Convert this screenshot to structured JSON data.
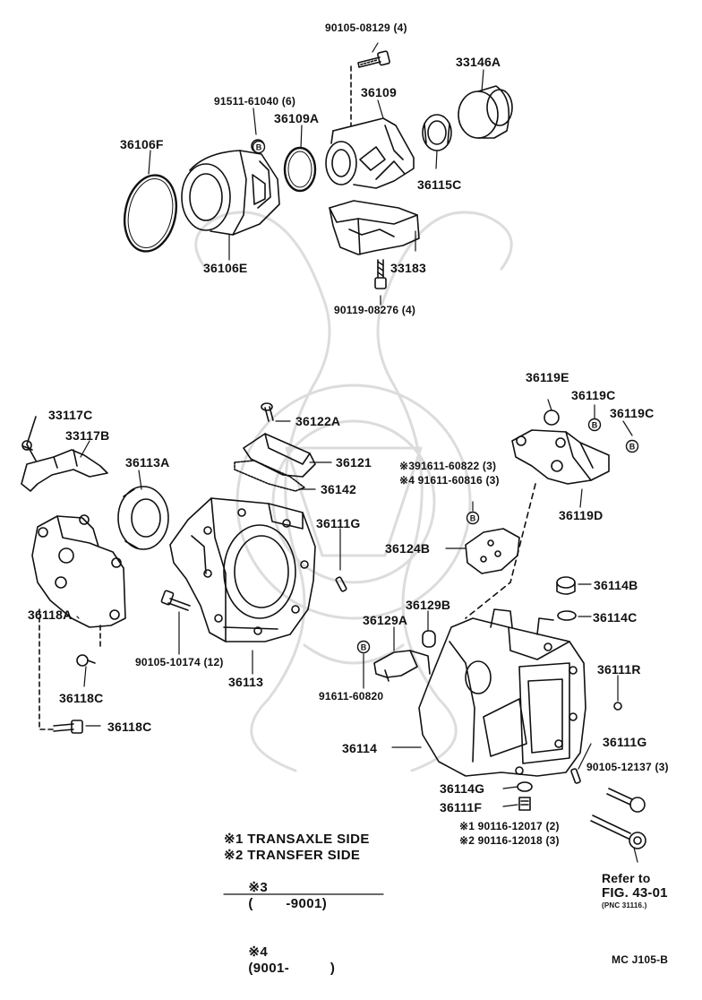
{
  "diagram": {
    "labels": [
      {
        "id": "p-90105-08129",
        "text": "90105-08129 (4)"
      },
      {
        "id": "p-33146a",
        "text": "33146A"
      },
      {
        "id": "p-91511-61040",
        "text": "91511-61040 (6)"
      },
      {
        "id": "p-36109",
        "text": "36109"
      },
      {
        "id": "p-36109a",
        "text": "36109A"
      },
      {
        "id": "p-36106f",
        "text": "36106F"
      },
      {
        "id": "p-36115c",
        "text": "36115C"
      },
      {
        "id": "p-36106e",
        "text": "36106E"
      },
      {
        "id": "p-33183",
        "text": "33183"
      },
      {
        "id": "p-90119-08276",
        "text": "90119-08276 (4)"
      },
      {
        "id": "p-36119e",
        "text": "36119E"
      },
      {
        "id": "p-36119c-1",
        "text": "36119C"
      },
      {
        "id": "p-36119c-2",
        "text": "36119C"
      },
      {
        "id": "p-33117c",
        "text": "33117C"
      },
      {
        "id": "p-36122a",
        "text": "36122A"
      },
      {
        "id": "p-33117b",
        "text": "33117B"
      },
      {
        "id": "p-36113a",
        "text": "36113A"
      },
      {
        "id": "p-36121",
        "text": "36121"
      },
      {
        "id": "p-91611-60822",
        "text": "※391611-60822 (3)"
      },
      {
        "id": "p-91611-60816",
        "text": "※4 91611-60816 (3)"
      },
      {
        "id": "p-36142",
        "text": "36142"
      },
      {
        "id": "p-36119d",
        "text": "36119D"
      },
      {
        "id": "p-36111g-1",
        "text": "36111G"
      },
      {
        "id": "p-36124b",
        "text": "36124B"
      },
      {
        "id": "p-36114b",
        "text": "36114B"
      },
      {
        "id": "p-36129b",
        "text": "36129B"
      },
      {
        "id": "p-36118a",
        "text": "36118A"
      },
      {
        "id": "p-36129a",
        "text": "36129A"
      },
      {
        "id": "p-36114c",
        "text": "36114C"
      },
      {
        "id": "p-90105-10174",
        "text": "90105-10174 (12)"
      },
      {
        "id": "p-36111r",
        "text": "36111R"
      },
      {
        "id": "p-36113",
        "text": "36113"
      },
      {
        "id": "p-91611-60820",
        "text": "91611-60820"
      },
      {
        "id": "p-36118c-1",
        "text": "36118C"
      },
      {
        "id": "p-36118c-2",
        "text": "36118C"
      },
      {
        "id": "p-36111g-2",
        "text": "36111G"
      },
      {
        "id": "p-36114",
        "text": "36114"
      },
      {
        "id": "p-90105-12137",
        "text": "90105-12137 (3)"
      },
      {
        "id": "p-36114g",
        "text": "36114G"
      },
      {
        "id": "p-36111f",
        "text": "36111F"
      },
      {
        "id": "p-90116-12017",
        "text": "※1 90116-12017 (2)"
      },
      {
        "id": "p-90116-12018",
        "text": "※2 90116-12018 (3)"
      }
    ],
    "callout_letter": "B",
    "legend": [
      {
        "mark": "※1",
        "text": "TRANSAXLE SIDE"
      },
      {
        "mark": "※2",
        "text": "TRANSFER SIDE"
      },
      {
        "mark": "※3",
        "text": "(        -9001)"
      },
      {
        "mark": "※4",
        "text": "(9001-          )"
      }
    ],
    "refer": {
      "line1": "Refer to",
      "line2": "FIG. 43-01",
      "line3": "(PNC 31116.)"
    },
    "code": "MC J105-B"
  }
}
